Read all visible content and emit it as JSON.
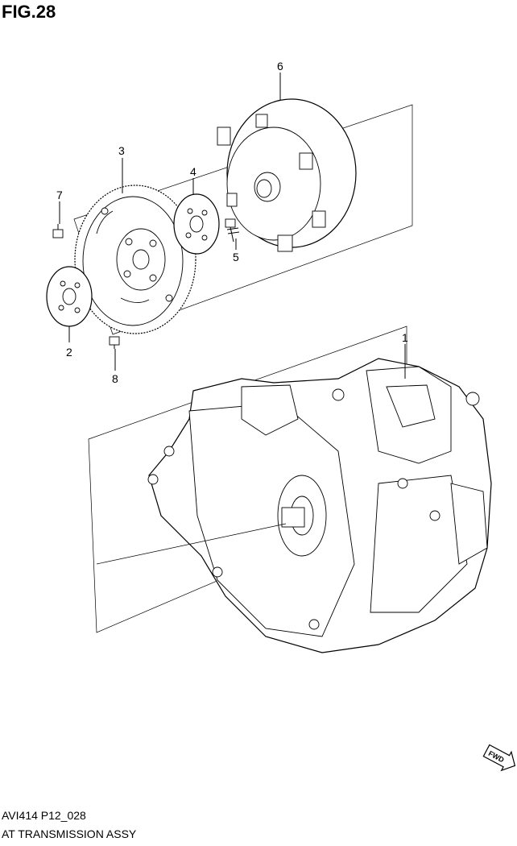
{
  "figure": {
    "title": "FIG.28",
    "code": "AVI414 P12_028",
    "name": "AT TRANSMISSION ASSY",
    "fwd_label": "FWD"
  },
  "callouts": [
    {
      "id": "1",
      "label": "1"
    },
    {
      "id": "2",
      "label": "2"
    },
    {
      "id": "3",
      "label": "3"
    },
    {
      "id": "4",
      "label": "4"
    },
    {
      "id": "5",
      "label": "5"
    },
    {
      "id": "6",
      "label": "6"
    },
    {
      "id": "7",
      "label": "7"
    },
    {
      "id": "8",
      "label": "8"
    }
  ]
}
